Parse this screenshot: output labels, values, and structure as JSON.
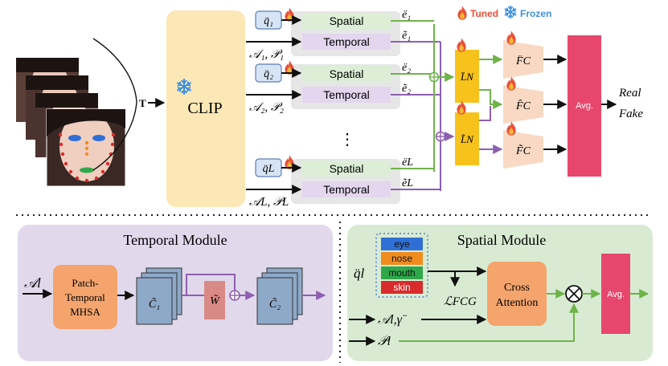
{
  "input": {
    "t_label": "T"
  },
  "clip": {
    "label": "CLIP",
    "icon": "snowflake-icon"
  },
  "legend": {
    "tuned": "Tuned",
    "frozen": "Frozen",
    "tuned_color": "#e8503a",
    "frozen_color": "#3f8fe0"
  },
  "branches": [
    {
      "q_label": "q̈₁",
      "spatial": "Spatial",
      "temporal": "Temporal",
      "e_spatial": "ë₁",
      "e_temporal": "ẽ₁",
      "ap": "𝒜₁, 𝒫₁"
    },
    {
      "q_label": "q̈₂",
      "spatial": "Spatial",
      "temporal": "Temporal",
      "e_spatial": "ë₂",
      "e_temporal": "ẽ₂",
      "ap": "𝒜₂, 𝒫₂"
    },
    {
      "q_label": "q̈L",
      "spatial": "Spatial",
      "temporal": "Temporal",
      "e_spatial": "ëL",
      "e_temporal": "ẽL",
      "ap": "𝒜L, 𝒫L"
    }
  ],
  "ellipsis": "⋮",
  "norms": {
    "ln_top": "L̈N",
    "ln_bottom": "L̃N"
  },
  "fc": {
    "top": "F̈C",
    "mid": "F̂C",
    "bottom": "F̃C"
  },
  "avg": "Avg.",
  "outputs": {
    "real": "Real",
    "fake": "Fake"
  },
  "temporal_module": {
    "title": "Temporal Module",
    "input": "𝒜l",
    "mhsa_line1": "Patch-",
    "mhsa_line2": "Temporal",
    "mhsa_line3": "MHSA",
    "c1": "C̃₁",
    "w": "W̃",
    "c2": "C̃₂"
  },
  "spatial_module": {
    "title": "Spatial Module",
    "q_input": "q̈l",
    "parts": [
      {
        "label": "eye",
        "color": "#2f6fd6"
      },
      {
        "label": "nose",
        "color": "#f08c1e"
      },
      {
        "label": "mouth",
        "color": "#2ea84a"
      },
      {
        "label": "skin",
        "color": "#d92b2b"
      }
    ],
    "loss": "ℒFCG",
    "a_input": "𝒜l,γ̈",
    "p_input": "𝒫l",
    "cross_line1": "Cross",
    "cross_line2": "Attention",
    "avg": "Avg."
  },
  "colors": {
    "clip_fill": "#fbe8b6",
    "spatial_fill": "#dcefd6",
    "temporal_fill": "#e3d6ee",
    "green_line": "#6fb34a",
    "purple_line": "#8e5fb0",
    "ln_fill": "#f7c21c",
    "fc_fill": "#f9d9c3",
    "avg_fill": "#e8476d",
    "temporal_module_fill": "#e2d8ec",
    "spatial_module_fill": "#d8ebd2",
    "mhsa_fill": "#f4a46c",
    "cube_fill": "#8ea9c8",
    "w_fill": "#d98a86",
    "q_box_fill": "#d6e4f5"
  }
}
